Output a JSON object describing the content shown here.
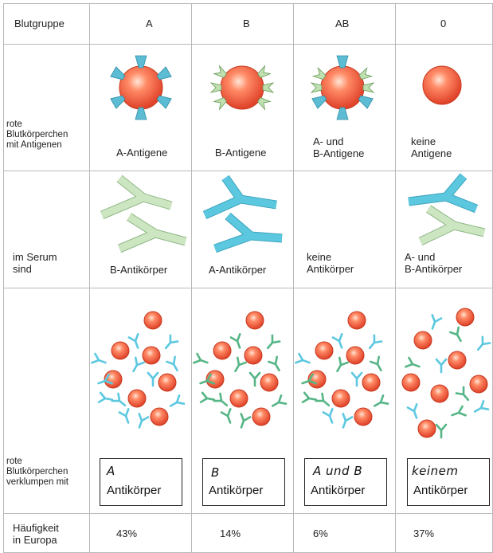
{
  "header": {
    "row_label": "Blutgruppe",
    "groups": [
      "A",
      "B",
      "AB",
      "0"
    ]
  },
  "rows": {
    "antigens": {
      "label": "rote\nBlutkörperchen\nmit Antigenen",
      "values": [
        "A-Antigene",
        "B-Antigene",
        "A- und\nB-Antigene",
        "keine\nAntigene"
      ]
    },
    "serum": {
      "label": "im Serum\nsind",
      "values": [
        "B-Antikörper",
        "A-Antikörper",
        "keine\nAntikörper",
        "A- und\nB-Antikörper"
      ]
    },
    "clumping": {
      "label": "rote\nBlutkörperchen\nverklumpen mit",
      "handwritten": [
        "A",
        "B",
        "A und B",
        "keinem"
      ],
      "box_labels": [
        "Antikörper",
        "Antikörper",
        "Antikörper",
        "Antikörper"
      ]
    },
    "frequency": {
      "label": "Häufigkeit\nin Europa",
      "values": [
        "43%",
        "14%",
        "6%",
        "37%"
      ]
    }
  },
  "colors": {
    "cell_fill": "#f2664a",
    "cell_highlight": "#ffd9c8",
    "antigen_a": "#5bbcd3",
    "antigen_b": "#bfe0b0",
    "antibody_blue": "#5cc8e0",
    "antibody_green": "#cde6c2",
    "antibody_green_dark": "#56b586",
    "grid": "#b8b8b8"
  }
}
